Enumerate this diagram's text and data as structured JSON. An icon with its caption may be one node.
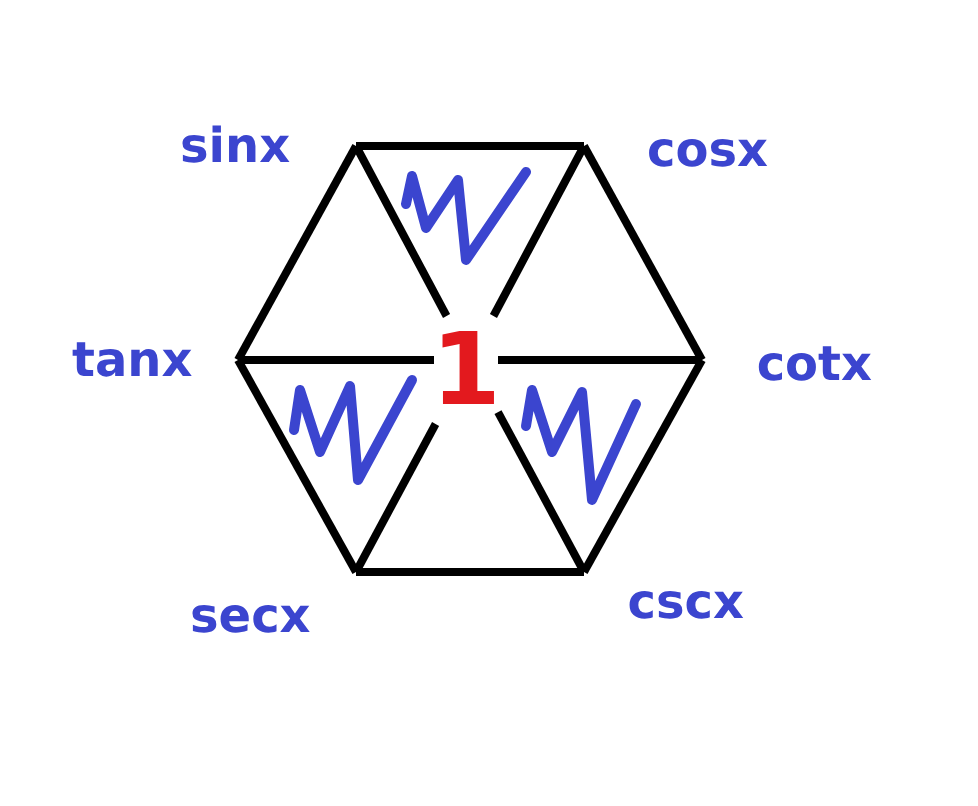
{
  "diagram": {
    "nodes": [
      {
        "text": [
          "sinx"
        ]
      },
      {
        "text": [
          "cosx"
        ]
      },
      {
        "text": [
          "tanx"
        ]
      },
      {
        "text": [
          "1"
        ]
      },
      {
        "text": [
          "cotx"
        ]
      },
      {
        "text": [
          "secx"
        ]
      },
      {
        "text": [
          "cscx"
        ]
      }
    ],
    "edges": [
      {
        "from": 0,
        "to": 1,
        "arrow": "none"
      },
      {
        "from": 1,
        "to": 4,
        "arrow": "none"
      },
      {
        "from": 4,
        "to": 6,
        "arrow": "none"
      },
      {
        "from": 6,
        "to": 5,
        "arrow": "none"
      },
      {
        "from": 5,
        "to": 2,
        "arrow": "none"
      },
      {
        "from": 2,
        "to": 0,
        "arrow": "none"
      },
      {
        "from": 0,
        "to": 3,
        "arrow": "none"
      },
      {
        "from": 1,
        "to": 3,
        "arrow": "none"
      },
      {
        "from": 2,
        "to": 3,
        "arrow": "none"
      },
      {
        "from": 4,
        "to": 3,
        "arrow": "none"
      },
      {
        "from": 5,
        "to": 3,
        "arrow": "none"
      },
      {
        "from": 6,
        "to": 3,
        "arrow": "none"
      }
    ]
  }
}
